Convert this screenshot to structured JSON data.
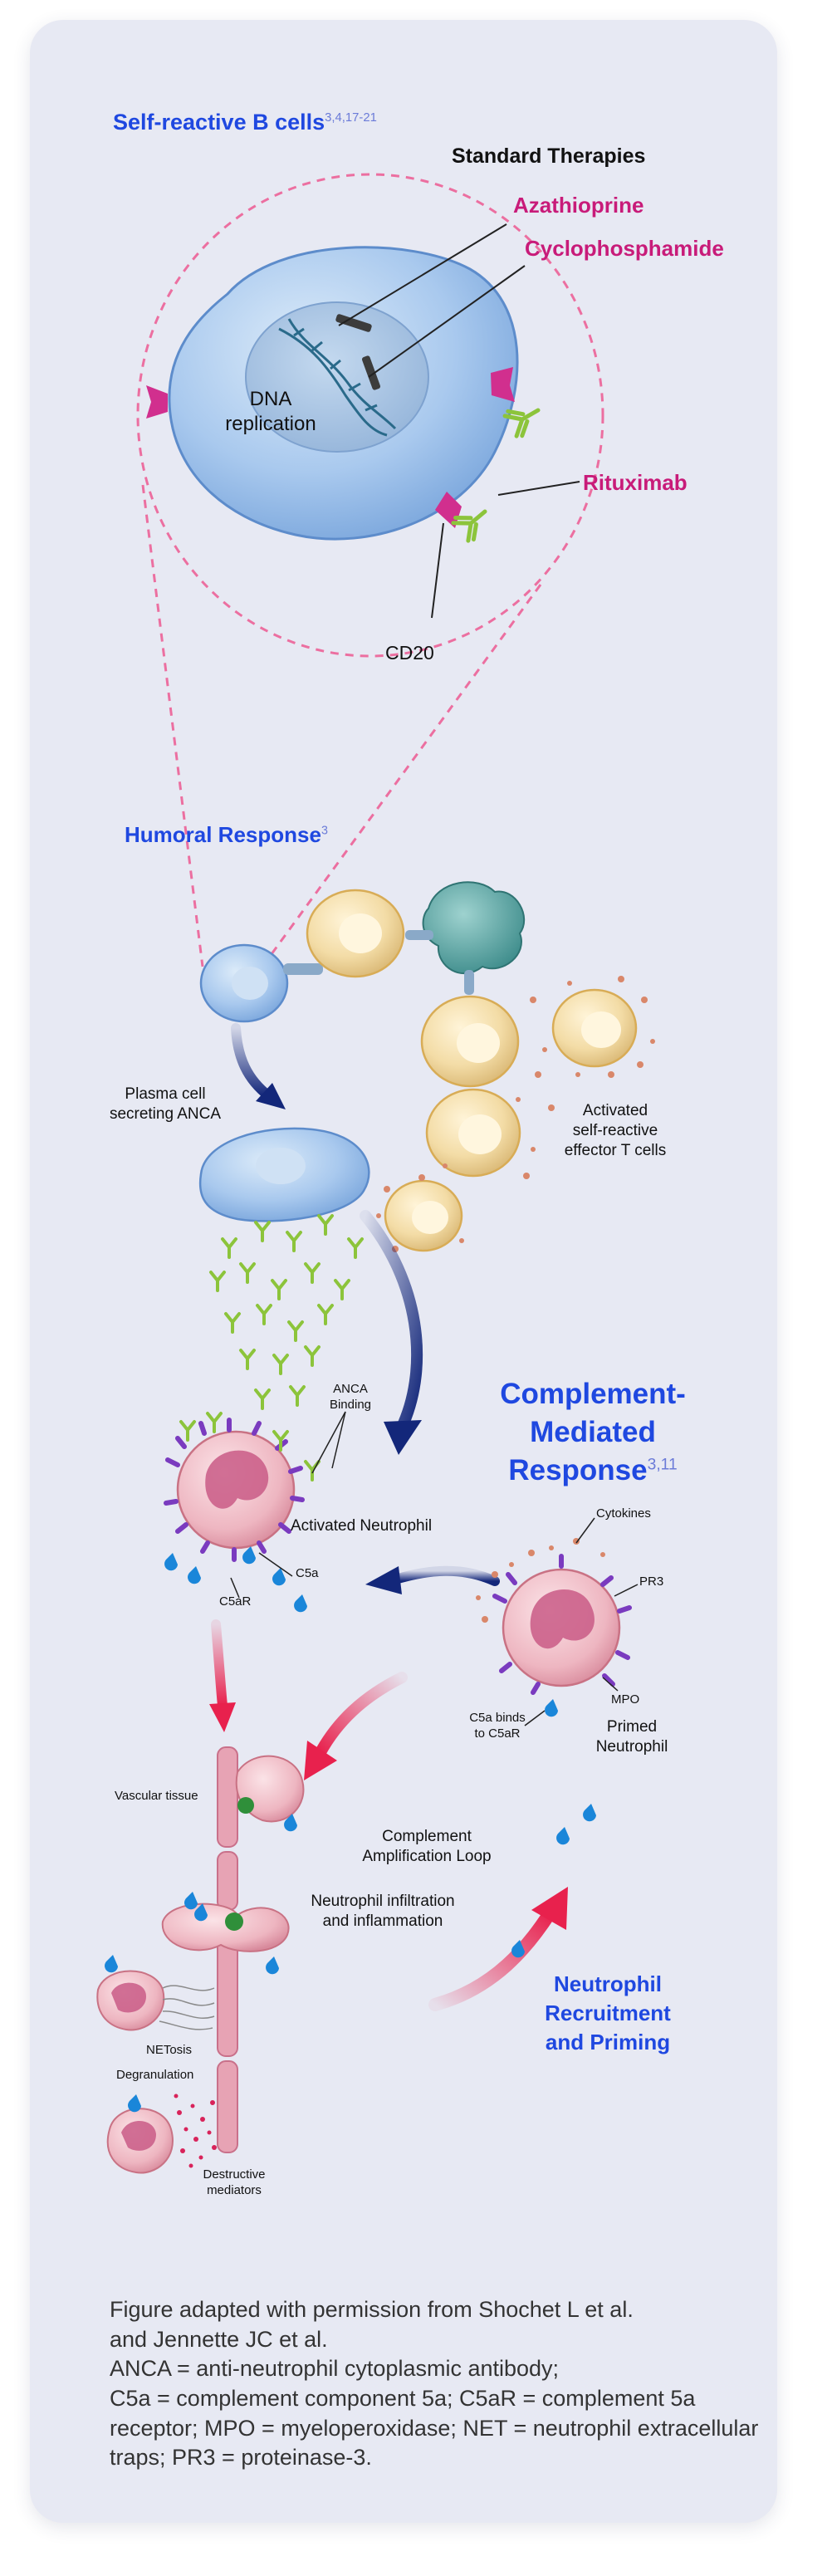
{
  "headings": {
    "self_reactive": "Self-reactive B cells",
    "self_reactive_ref": "3,4,17-21",
    "standard_therapies": "Standard Therapies",
    "humoral": "Humoral Response",
    "humoral_ref": "3",
    "complement_l1": "Complement-",
    "complement_l2": "Mediated",
    "complement_l3": "Response",
    "complement_ref": "3,11",
    "recruit_l1": "Neutrophil",
    "recruit_l2": "Recruitment",
    "recruit_l3": "and Priming"
  },
  "drugs": {
    "azathioprine": "Azathioprine",
    "cyclophosphamide": "Cyclophosphamide",
    "rituximab": "Rituximab"
  },
  "labels": {
    "dna_l1": "DNA",
    "dna_l2": "replication",
    "cd20": "CD20",
    "plasma_l1": "Plasma cell",
    "plasma_l2": "secreting ANCA",
    "tcells_l1": "Activated",
    "tcells_l2": "self-reactive",
    "tcells_l3": "effector T cells",
    "anca_l1": "ANCA",
    "anca_l2": "Binding",
    "activated_neutrophil": "Activated Neutrophil",
    "c5a": "C5a",
    "c5ar": "C5aR",
    "cytokines": "Cytokines",
    "pr3": "PR3",
    "mpo": "MPO",
    "c5a_binds_l1": "C5a binds",
    "c5a_binds_l2": "to C5aR",
    "primed_l1": "Primed",
    "primed_l2": "Neutrophil",
    "vascular": "Vascular tissue",
    "loop_l1": "Complement",
    "loop_l2": "Amplification Loop",
    "infiltration_l1": "Neutrophil infiltration",
    "infiltration_l2": "and inflammation",
    "netosis": "NETosis",
    "degranulation": "Degranulation",
    "destructive_l1": "Destructive",
    "destructive_l2": "mediators"
  },
  "caption": {
    "line1": "Figure adapted with permission from Shochet L et al.",
    "line2": "and Jennette JC et al.",
    "line3": "ANCA = anti-neutrophil cytoplasmic antibody;",
    "line4": "C5a = complement component 5a; C5aR = complement 5a receptor; MPO = myeloperoxidase; NET = neutrophil extracellular traps; PR3 = proteinase-3."
  },
  "colors": {
    "card_bg": "#e7e9f3",
    "heading_blue": "#1f48e0",
    "drug_magenta": "#c81b79",
    "arrow_navy": "#13277a",
    "arrow_red": "#e8214d",
    "antibody_green": "#8cc43b",
    "dashed_pink": "#ec6fa0"
  }
}
